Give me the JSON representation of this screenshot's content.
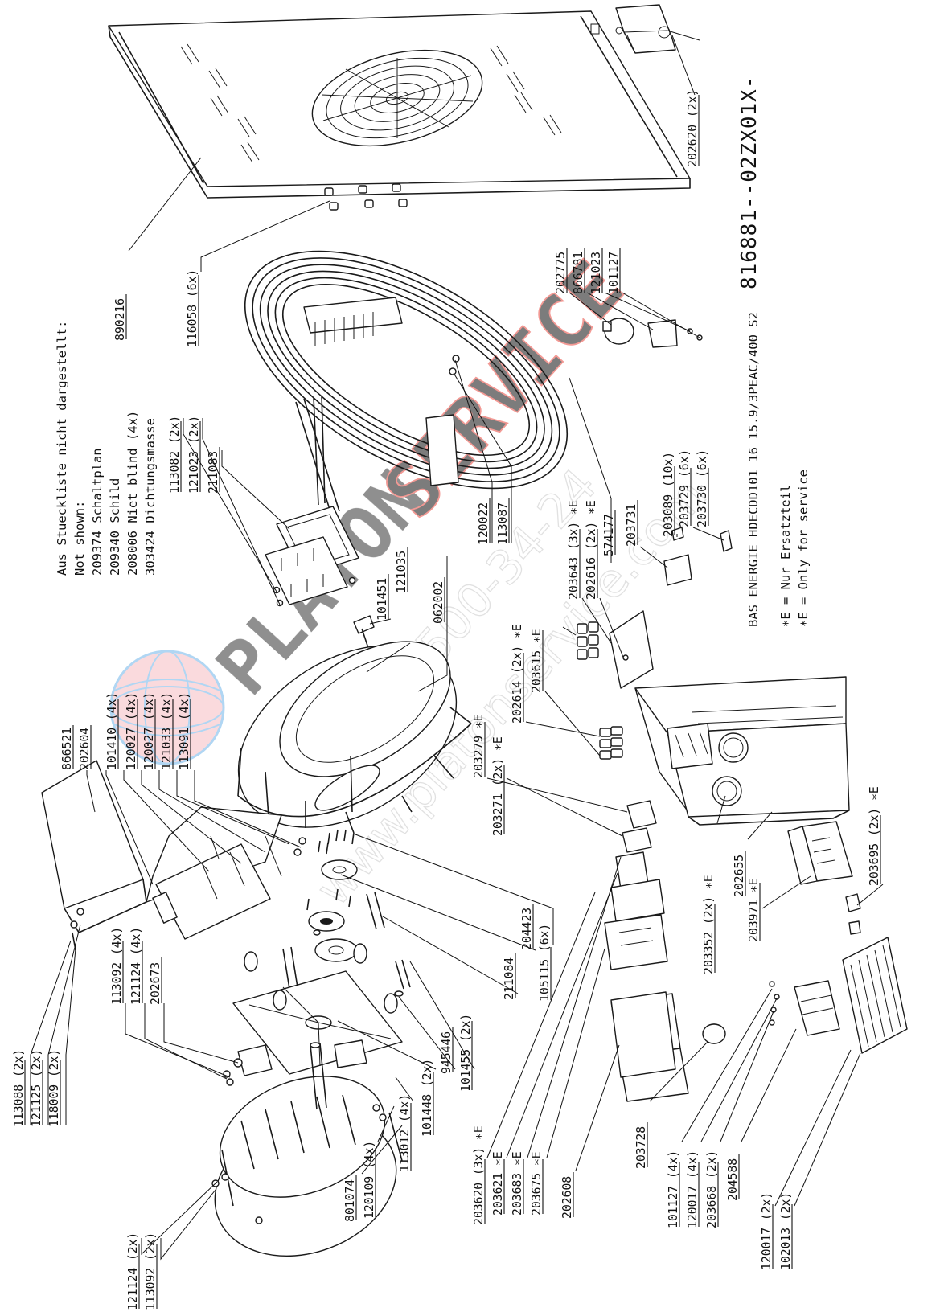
{
  "drawing": {
    "number": "816881--02ZX01X-",
    "title": "BAS ENERGIE HDECDD101 16 15.9/3PEAC/400 S2",
    "legend": [
      "∗E = Nur Ersatzteil",
      "∗E = Only for service"
    ]
  },
  "not_shown": {
    "heading_de": "Aus Stueckliste nicht dargestellt:",
    "heading_en": "Not shown:",
    "items": [
      "209374 Schaltplan",
      "209340 Schild",
      "208006 Niet blind (4x)",
      "303424 Dichtungsmasse"
    ]
  },
  "parts": [
    "113088 (2x)",
    "121125 (2x)",
    "118009 (2x)",
    "866521",
    "202604",
    "101410 (4x)",
    "120027 (4x)",
    "120027 (4x)",
    "121033 (4x)",
    "113091 (4x)",
    "113092 (4x)",
    "121124 (4x)",
    "202673",
    "121124 (2x)",
    "113092 (2x)",
    "801074",
    "120109 (4x)",
    "113012 (4x)",
    "101448 (2x)",
    "945446",
    "101455 (2x)",
    "211084",
    "204423",
    "105115 (6x)",
    "203620 (3x) ∗E",
    "203621 ∗E",
    "203683 ∗E",
    "203675 ∗E",
    "202608",
    "203728",
    "101127 (4x)",
    "120017 (4x)",
    "203668 (2x)",
    "204588",
    "120017 (2x)",
    "102013 (2x)",
    "203279 ∗E",
    "203271 (2x) ∗E",
    "202614 (2x) ∗E",
    "203615 ∗E",
    "203643 (3x) ∗E",
    "202616 (2x) ∗E",
    "574177",
    "062002",
    "101451",
    "121035",
    "113082 (2x)",
    "121023 (2x)",
    "211083",
    "120022",
    "113087",
    "203352 (2x) ∗E",
    "202655",
    "203971 ∗E",
    "203695 (2x) ∗E",
    "203731",
    "203089 (10x)",
    "203729 (6x)",
    "203730 (6x)",
    "890216",
    "116058 (6x)",
    "202775",
    "866781",
    "121023",
    "101127",
    "202620 (2x)"
  ],
  "watermark": {
    "brand": "PLATON",
    "service": "SERVICE",
    "phone": "8 (800) 500-34-24",
    "url": "www.platonservice.com",
    "brand_color": "#1e90ff",
    "service_color": "#e8463c"
  }
}
